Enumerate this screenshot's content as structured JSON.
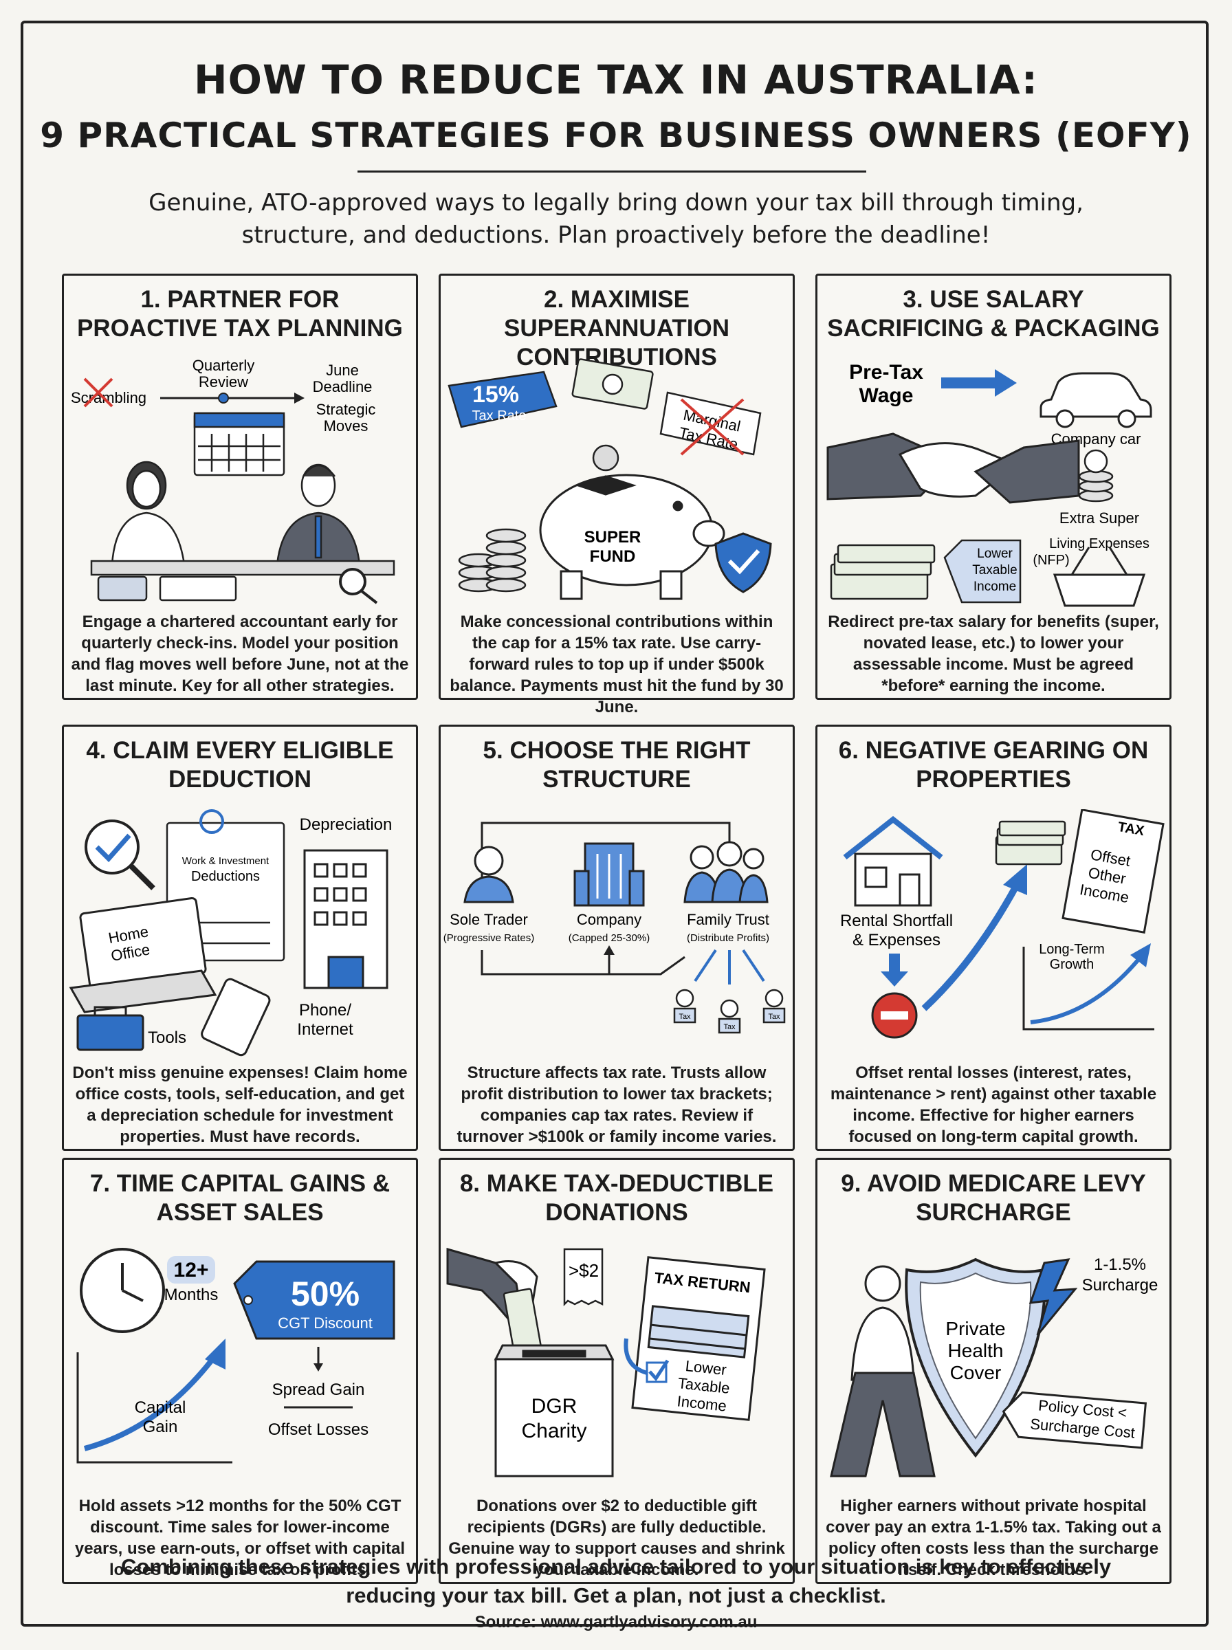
{
  "header": {
    "title_line1": "HOW TO REDUCE TAX IN AUSTRALIA:",
    "title_line2": "9 PRACTICAL STRATEGIES FOR BUSINESS OWNERS (EOFY)",
    "intro": "Genuine, ATO-approved ways to legally bring down your tax bill through timing, structure, and deductions. Plan proactively before the deadline!"
  },
  "panels": [
    {
      "title": "1. PARTNER FOR PROACTIVE TAX PLANNING",
      "desc": "Engage a chartered accountant early for quarterly check-ins. Model your position and flag moves well before June, not at the last minute. Key for all other strategies.",
      "labels": {
        "scrambling": "Scrambling",
        "q1": "Quarterly",
        "q2": "Review",
        "j1": "June",
        "j2": "Deadline",
        "s1": "Strategic",
        "s2": "Moves"
      }
    },
    {
      "title": "2. MAXIMISE SUPERANNUATION CONTRIBUTIONS",
      "desc": "Make concessional contributions within the cap for a 15% tax rate. Use carry-forward rules to top up if under $500k balance. Payments must hit the fund by 30 June.",
      "labels": {
        "pct": "15%",
        "rate": "Tax Rate",
        "m1": "Marginal",
        "m2": "Tax Rate",
        "f1": "SUPER",
        "f2": "FUND"
      }
    },
    {
      "title": "3. USE SALARY SACRIFICING & PACKAGING",
      "desc": "Redirect pre-tax salary for benefits (super, novated lease, etc.) to lower your assessable income. Must be agreed *before* earning the income.",
      "labels": {
        "w1": "Pre-Tax",
        "w2": "Wage",
        "car": "Company car",
        "super": "Extra Super",
        "l1": "Living Expenses",
        "l2": "(NFP)",
        "t1": "Lower",
        "t2": "Taxable",
        "t3": "Income"
      }
    },
    {
      "title": "4. CLAIM EVERY ELIGIBLE DEDUCTION",
      "desc": "Don't miss genuine expenses! Claim home office costs, tools, self-education, and get a depreciation schedule for investment properties. Must have records.",
      "labels": {
        "dep": "Depreciation",
        "w1": "Work & Investment",
        "w2": "Deductions",
        "h1": "Home",
        "h2": "Office",
        "tools": "Tools",
        "p1": "Phone/",
        "p2": "Internet"
      }
    },
    {
      "title": "5. CHOOSE THE RIGHT STRUCTURE",
      "desc": "Structure affects tax rate. Trusts allow profit distribution to lower tax brackets; companies cap tax rates. Review if turnover >$100k or family income varies.",
      "labels": {
        "sole": "Sole Trader",
        "sole_sub": "(Progressive Rates)",
        "co": "Company",
        "co_sub": "(Capped 25-30%)",
        "fam": "Family Trust",
        "fam_sub": "(Distribute Profits)",
        "tax": "Tax"
      }
    },
    {
      "title": "6. NEGATIVE GEARING ON PROPERTIES",
      "desc": "Offset rental losses (interest, rates, maintenance > rent) against other taxable income. Effective for higher earners focused on long-term capital growth.",
      "labels": {
        "r1": "Rental Shortfall",
        "r2": "& Expenses",
        "tax": "TAX",
        "o1": "Offset",
        "o2": "Other",
        "o3": "Income",
        "g1": "Long-Term",
        "g2": "Growth"
      }
    },
    {
      "title": "7. TIME CAPITAL GAINS & ASSET SALES",
      "desc": "Hold assets >12 months for the 50% CGT discount. Time sales for lower-income years, use earn-outs, or offset with capital losses to minimise tax on profits.",
      "labels": {
        "m1": "12+",
        "m2": "Months",
        "pct": "50%",
        "cgt": "CGT Discount",
        "c1": "Capital",
        "c2": "Gain",
        "spread": "Spread Gain",
        "offset": "Offset Losses"
      }
    },
    {
      "title": "8. MAKE TAX-DEDUCTIBLE DONATIONS",
      "desc": "Donations over $2 to deductible gift recipients (DGRs) are fully deductible. Genuine way to support causes and shrink your taxable income.",
      "labels": {
        "receipt": ">$2",
        "tr": "TAX RETURN",
        "l1": "Lower",
        "l2": "Taxable",
        "l3": "Income",
        "d1": "DGR",
        "d2": "Charity"
      }
    },
    {
      "title": "9. AVOID MEDICARE LEVY SURCHARGE",
      "desc": "Higher earners without private hospital cover pay an extra 1-1.5% tax. Taking out a policy often costs less than the surcharge itself. Check thresholds.",
      "labels": {
        "s1": "1-1.5%",
        "s2": "Surcharge",
        "p1": "Private",
        "p2": "Health",
        "p3": "Cover",
        "c1": "Policy Cost <",
        "c2": "Surcharge Cost"
      }
    }
  ],
  "footer": {
    "text": "Combining these strategies with professional advice tailored to your situation is key to effectively reducing your tax bill. Get a plan, not just a checklist.",
    "source": "Source: www.gartlyadvisory.com.au"
  },
  "colors": {
    "accent": "#2f6fc4",
    "red": "#d43a32",
    "ink": "#222222"
  }
}
